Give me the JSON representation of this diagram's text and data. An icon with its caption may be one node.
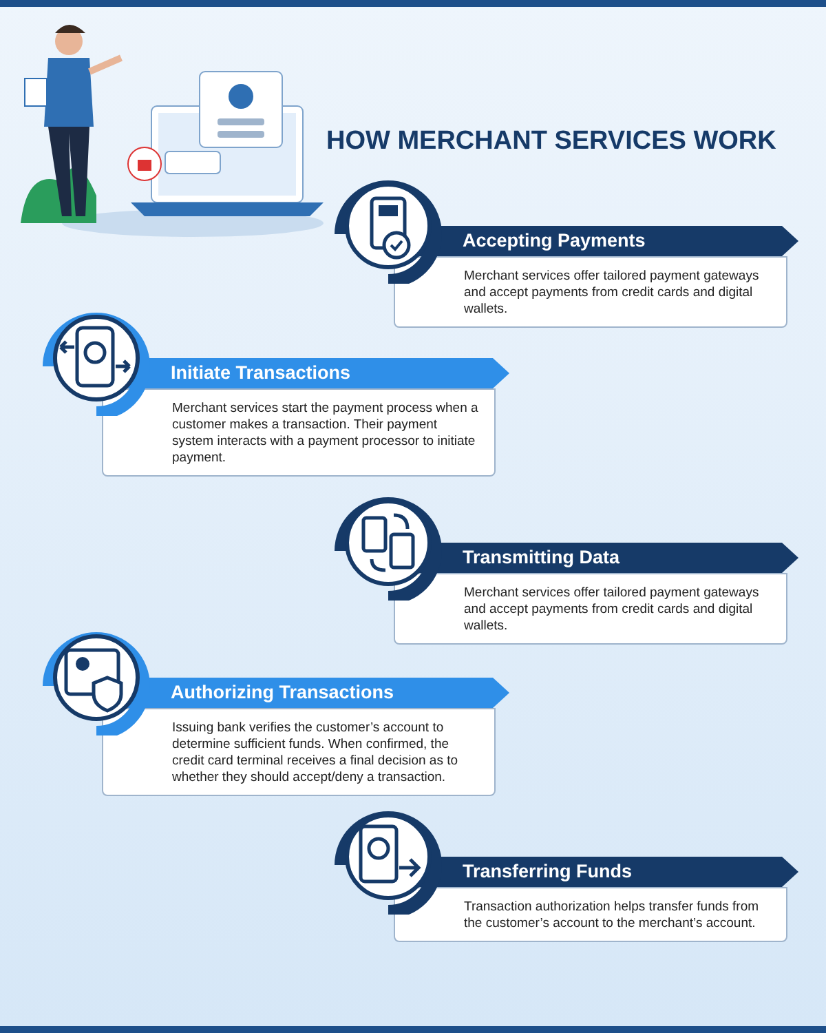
{
  "diagram": {
    "title": "HOW MERCHANT SERVICES WORK",
    "nodes": [
      {
        "text": [
          "Accepting Payments",
          "Merchant services offer tailored payment gateways and accept payments from credit cards and digital wallets."
        ]
      },
      {
        "text": [
          "Initiate Transactions",
          "Merchant services start the payment process when a customer makes a transaction. Their payment system interacts with a payment processor to initiate payment."
        ]
      },
      {
        "text": [
          "Transmitting Data",
          "Merchant services offer tailored payment gateways and accept payments from credit cards and digital wallets."
        ]
      },
      {
        "text": [
          "Authorizing Transactions",
          "Issuing bank verifies the customer’s account to determine sufficient funds. When confirmed, the credit card terminal receives a final decision as to whether they should accept/deny a transaction."
        ]
      },
      {
        "text": [
          "Transferring Funds",
          "Transaction authorization helps transfer funds from the customer’s account to the merchant’s account."
        ]
      }
    ],
    "edges": []
  }
}
